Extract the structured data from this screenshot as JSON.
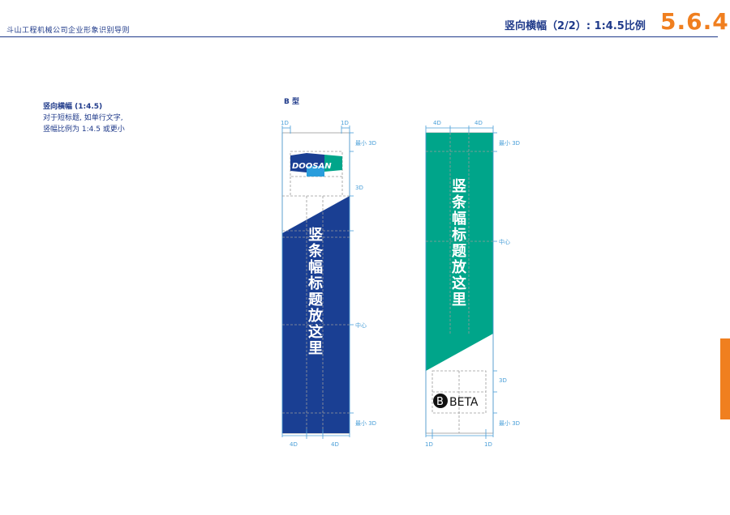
{
  "header": {
    "company_guide": "斗山工程机械公司企业形象识别导则",
    "section_title": "竖向横幅（2/2）: 1:4.5比例",
    "section_number": "5.6.4"
  },
  "intro": {
    "title": "竖向横幅 (1:4.5)",
    "line1": "对于短标题, 如单行文字,",
    "line2": "竖幅比例为  1:4.5  或更小"
  },
  "type_label": "B 型",
  "banner_left": {
    "logo_text": "DOOSAN",
    "vertical_text": "竖条幅标题放这里",
    "dim_1d": "1D",
    "dim_4d": "4D",
    "label_min3d": "最小  3D",
    "label_3d": "3D",
    "label_center": "中心"
  },
  "banner_right": {
    "logo_text": "BETA",
    "logo_mark": "B",
    "vertical_text": "竖条幅标题放这里",
    "dim_1d": "1D",
    "dim_4d": "4D",
    "label_min3d": "最小  3D",
    "label_3d": "3D",
    "label_center": "中心"
  },
  "colors": {
    "navy": "#1a3f93",
    "teal": "#00a58a",
    "orange": "#f07f1f",
    "dim_blue": "#4a9fd8"
  }
}
